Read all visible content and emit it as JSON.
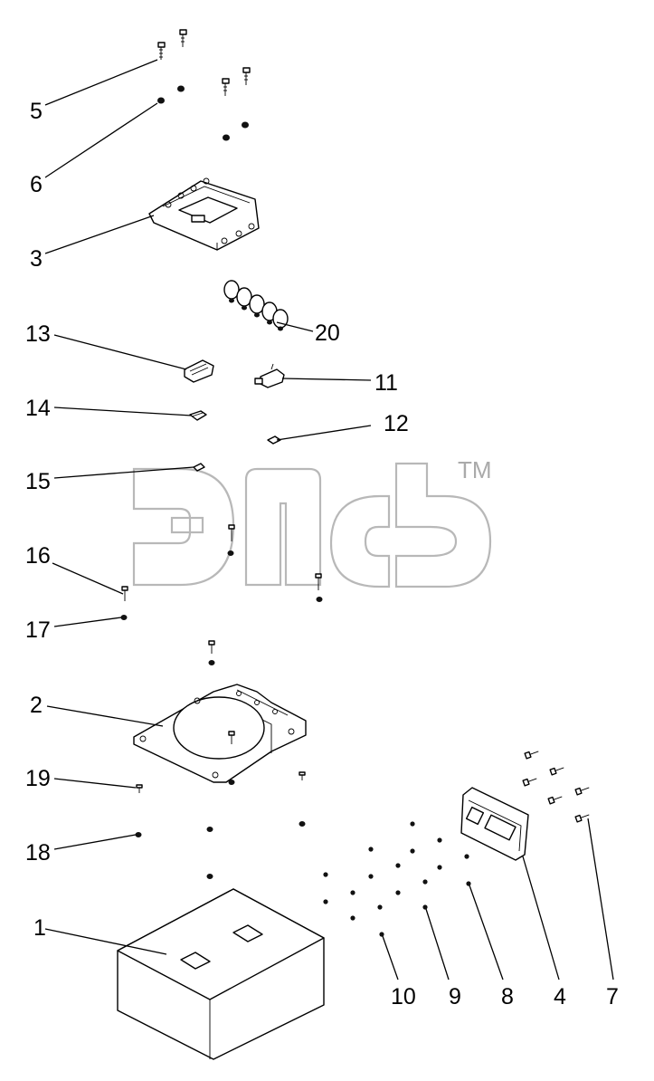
{
  "watermark": {
    "mark": "TM"
  },
  "callouts": [
    {
      "id": "c5",
      "text": "5"
    },
    {
      "id": "c6",
      "text": "6"
    },
    {
      "id": "c3",
      "text": "3"
    },
    {
      "id": "c20",
      "text": "20"
    },
    {
      "id": "c13",
      "text": "13"
    },
    {
      "id": "c11",
      "text": "11"
    },
    {
      "id": "c14",
      "text": "14"
    },
    {
      "id": "c12",
      "text": "12"
    },
    {
      "id": "c15",
      "text": "15"
    },
    {
      "id": "c16",
      "text": "16"
    },
    {
      "id": "c17",
      "text": "17"
    },
    {
      "id": "c2",
      "text": "2"
    },
    {
      "id": "c19",
      "text": "19"
    },
    {
      "id": "c18",
      "text": "18"
    },
    {
      "id": "c1",
      "text": "1"
    },
    {
      "id": "c10",
      "text": "10"
    },
    {
      "id": "c9",
      "text": "9"
    },
    {
      "id": "c8",
      "text": "8"
    },
    {
      "id": "c4",
      "text": "4"
    },
    {
      "id": "c7",
      "text": "7"
    }
  ]
}
